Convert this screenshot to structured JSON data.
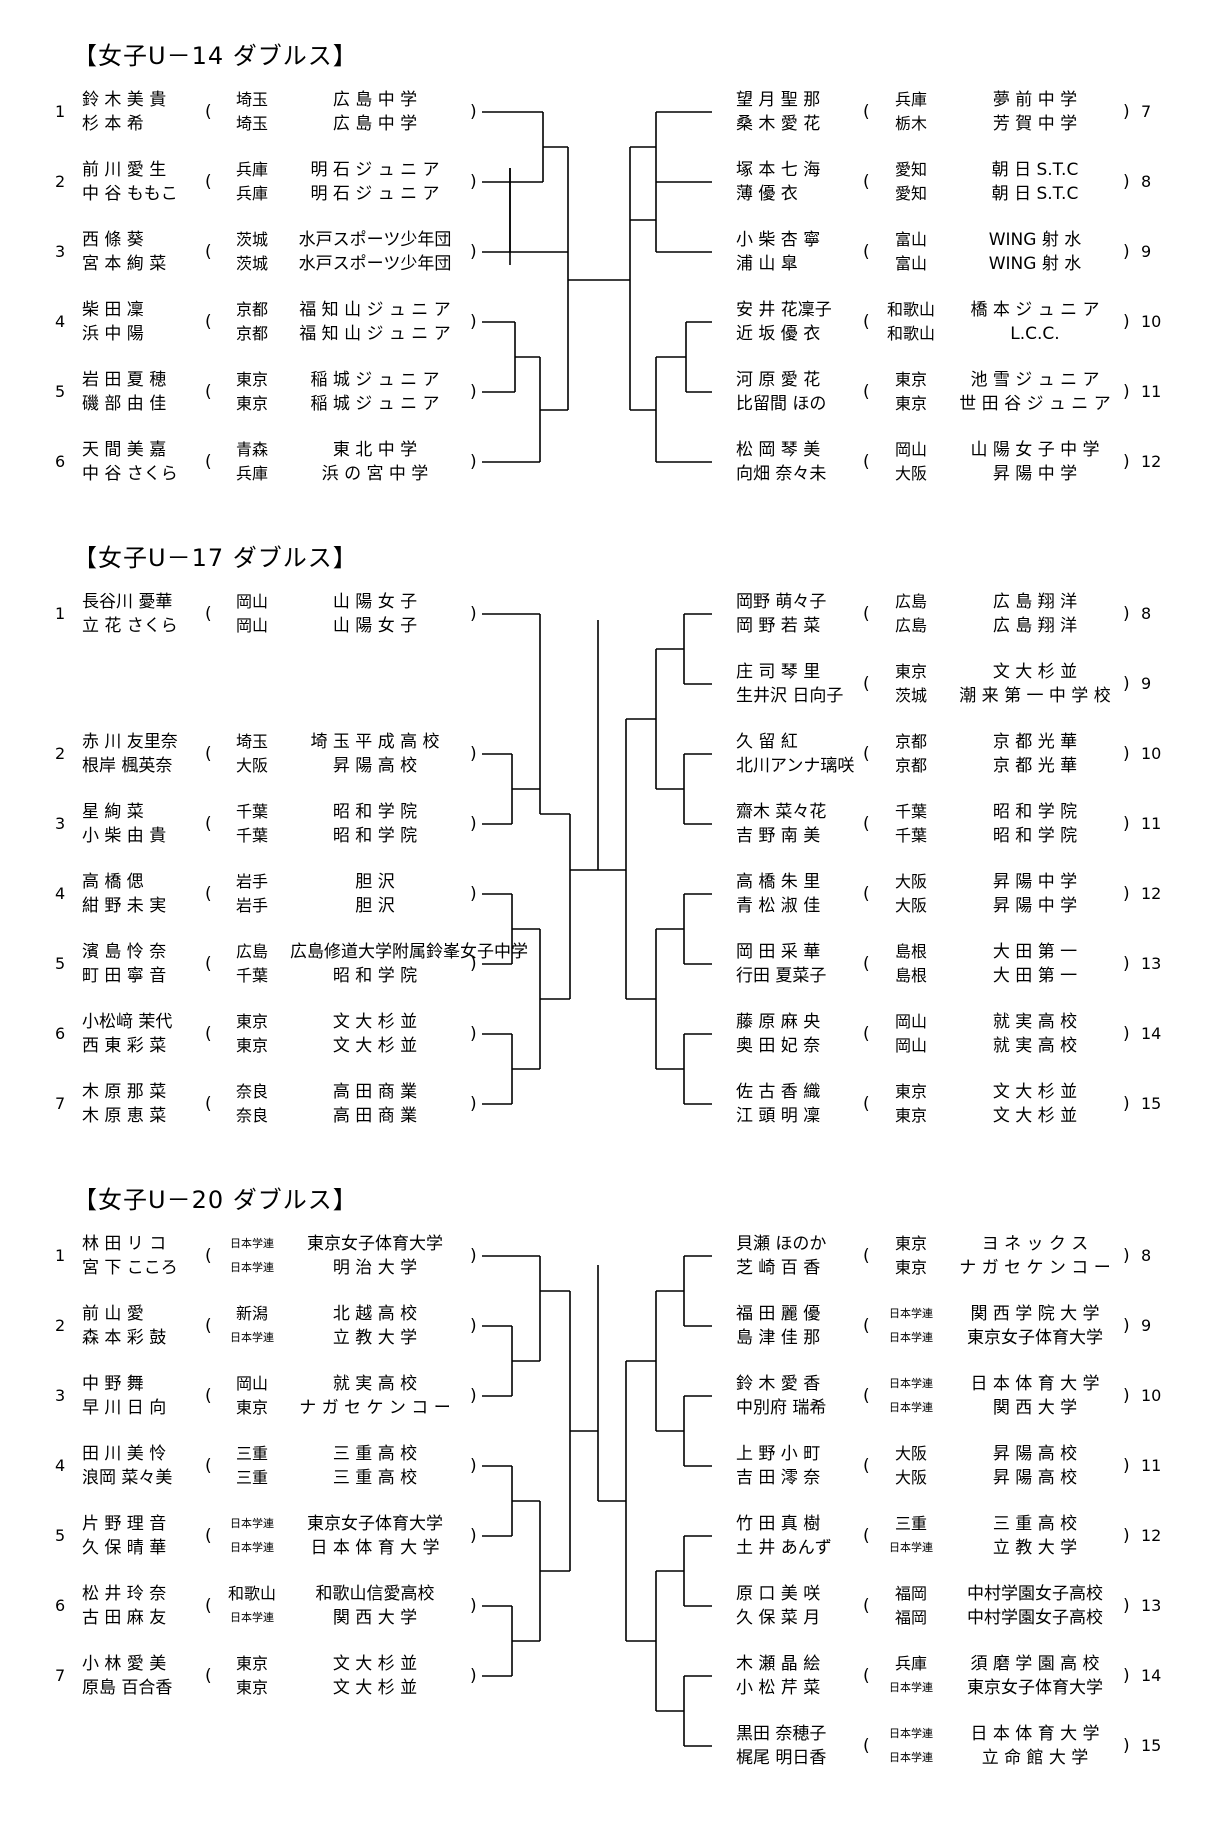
{
  "sections": [
    {
      "title": "【女子U－14 ダブルス】",
      "left": [
        {
          "num": "1",
          "p1": "鈴 木 美 貴",
          "p2": "杉 本 希",
          "pref1": "埼玉",
          "pref2": "埼玉",
          "org1": "広 島 中 学",
          "org2": "広 島 中 学"
        },
        {
          "num": "2",
          "p1": "前 川 愛 生",
          "p2": "中 谷 ももこ",
          "pref1": "兵庫",
          "pref2": "兵庫",
          "org1": "明 石 ジ ュ ニ ア",
          "org2": "明 石 ジ ュ ニ ア"
        },
        {
          "num": "3",
          "p1": "西 條 葵",
          "p2": "宮 本 絢 菜",
          "pref1": "茨城",
          "pref2": "茨城",
          "org1": "水戸スポーツ少年団",
          "org2": "水戸スポーツ少年団"
        },
        {
          "num": "4",
          "p1": "柴 田 凜",
          "p2": "浜 中 陽",
          "pref1": "京都",
          "pref2": "京都",
          "org1": "福 知 山 ジ ュ ニ ア",
          "org2": "福 知 山 ジ ュ ニ ア"
        },
        {
          "num": "5",
          "p1": "岩 田 夏 穂",
          "p2": "磯 部 由 佳",
          "pref1": "東京",
          "pref2": "東京",
          "org1": "稲 城 ジ ュ ニ ア",
          "org2": "稲 城 ジ ュ ニ ア"
        },
        {
          "num": "6",
          "p1": "天 間 美 嘉",
          "p2": "中 谷 さくら",
          "pref1": "青森",
          "pref2": "兵庫",
          "org1": "東 北 中 学",
          "org2": "浜 の 宮 中 学"
        }
      ],
      "right": [
        {
          "num": "7",
          "p1": "望 月 聖 那",
          "p2": "桑 木 愛 花",
          "pref1": "兵庫",
          "pref2": "栃木",
          "org1": "夢 前 中 学",
          "org2": "芳 賀 中 学"
        },
        {
          "num": "8",
          "p1": "塚 本 七 海",
          "p2": "薄 優 衣",
          "pref1": "愛知",
          "pref2": "愛知",
          "org1": "朝 日 S.T.C",
          "org2": "朝 日 S.T.C"
        },
        {
          "num": "9",
          "p1": "小 柴 杏 寧",
          "p2": "浦 山 皐",
          "pref1": "富山",
          "pref2": "富山",
          "org1": "WING 射 水",
          "org2": "WING 射 水"
        },
        {
          "num": "10",
          "p1": "安 井 花凜子",
          "p2": "近 坂 優 衣",
          "pref1": "和歌山",
          "pref2": "和歌山",
          "org1": "橋 本 ジ ュ ニ ア",
          "org2": "L.C.C."
        },
        {
          "num": "11",
          "p1": "河 原 愛 花",
          "p2": "比留間 ほの",
          "pref1": "東京",
          "pref2": "東京",
          "org1": "池 雪 ジ ュ ニ ア",
          "org2": "世 田 谷 ジ ュ ニ ア"
        },
        {
          "num": "12",
          "p1": "松 岡 琴 美",
          "p2": "向畑 奈々未",
          "pref1": "岡山",
          "pref2": "大阪",
          "org1": "山 陽 女 子 中 学",
          "org2": "昇 陽 中 学"
        }
      ]
    },
    {
      "title": "【女子U－17 ダブルス】",
      "left": [
        {
          "num": "1",
          "p1": "長谷川 憂華",
          "p2": "立 花 さくら",
          "pref1": "岡山",
          "pref2": "岡山",
          "org1": "山 陽 女 子",
          "org2": "山 陽 女 子"
        },
        {
          "num": "2",
          "p1": "赤 川 友里奈",
          "p2": "根岸 楓英奈",
          "pref1": "埼玉",
          "pref2": "大阪",
          "org1": "埼 玉 平 成 高 校",
          "org2": "昇 陽 高 校"
        },
        {
          "num": "3",
          "p1": "星 絢 菜",
          "p2": "小 柴 由 貴",
          "pref1": "千葉",
          "pref2": "千葉",
          "org1": "昭 和 学 院",
          "org2": "昭 和 学 院"
        },
        {
          "num": "4",
          "p1": "高 橋 偲",
          "p2": "紺 野 未 実",
          "pref1": "岩手",
          "pref2": "岩手",
          "org1": "胆 沢",
          "org2": "胆 沢"
        },
        {
          "num": "5",
          "p1": "濱 島 怜 奈",
          "p2": "町 田 寧 音",
          "pref1": "広島",
          "pref2": "千葉",
          "org1": "広島修道大学附属鈴峯女子中学",
          "org2": "昭 和 学 院"
        },
        {
          "num": "6",
          "p1": "小松﨑 茉代",
          "p2": "西 東 彩 菜",
          "pref1": "東京",
          "pref2": "東京",
          "org1": "文 大 杉 並",
          "org2": "文 大 杉 並"
        },
        {
          "num": "7",
          "p1": "木 原 那 菜",
          "p2": "木 原 恵 菜",
          "pref1": "奈良",
          "pref2": "奈良",
          "org1": "高 田 商 業",
          "org2": "高 田 商 業"
        }
      ],
      "right": [
        {
          "num": "8",
          "p1": "岡野 萌々子",
          "p2": "岡 野 若 菜",
          "pref1": "広島",
          "pref2": "広島",
          "org1": "広 島 翔 洋",
          "org2": "広 島 翔 洋"
        },
        {
          "num": "9",
          "p1": "庄 司 琴 里",
          "p2": "生井沢 日向子",
          "pref1": "東京",
          "pref2": "茨城",
          "org1": "文 大 杉 並",
          "org2": "潮 来 第 一 中 学 校"
        },
        {
          "num": "10",
          "p1": "久 留 紅",
          "p2": "北川アンナ璃咲",
          "pref1": "京都",
          "pref2": "京都",
          "org1": "京 都 光 華",
          "org2": "京 都 光 華"
        },
        {
          "num": "11",
          "p1": "齋木 菜々花",
          "p2": "吉 野 南 美",
          "pref1": "千葉",
          "pref2": "千葉",
          "org1": "昭 和 学 院",
          "org2": "昭 和 学 院"
        },
        {
          "num": "12",
          "p1": "高 橋 朱 里",
          "p2": "青 松 淑 佳",
          "pref1": "大阪",
          "pref2": "大阪",
          "org1": "昇 陽 中 学",
          "org2": "昇 陽 中 学"
        },
        {
          "num": "13",
          "p1": "岡 田 采 華",
          "p2": "行田 夏菜子",
          "pref1": "島根",
          "pref2": "島根",
          "org1": "大 田 第 一",
          "org2": "大 田 第 一"
        },
        {
          "num": "14",
          "p1": "藤 原 麻 央",
          "p2": "奥 田 妃 奈",
          "pref1": "岡山",
          "pref2": "岡山",
          "org1": "就 実 高 校",
          "org2": "就 実 高 校"
        },
        {
          "num": "15",
          "p1": "佐 古 香 織",
          "p2": "江 頭 明 凜",
          "pref1": "東京",
          "pref2": "東京",
          "org1": "文 大 杉 並",
          "org2": "文 大 杉 並"
        }
      ]
    },
    {
      "title": "【女子U－20 ダブルス】",
      "left": [
        {
          "num": "1",
          "p1": "林 田 リ コ",
          "p2": "宮 下 こころ",
          "pref1": "日本学連",
          "pref2": "日本学連",
          "org1": "東京女子体育大学",
          "org2": "明 治 大 学"
        },
        {
          "num": "2",
          "p1": "前 山 愛",
          "p2": "森 本 彩 鼓",
          "pref1": "新潟",
          "pref2": "日本学連",
          "org1": "北 越 高 校",
          "org2": "立 教 大 学"
        },
        {
          "num": "3",
          "p1": "中 野 舞",
          "p2": "早 川 日 向",
          "pref1": "岡山",
          "pref2": "東京",
          "org1": "就 実 高 校",
          "org2": "ナ ガ セ ケ ン コ ー"
        },
        {
          "num": "4",
          "p1": "田 川 美 怜",
          "p2": "浪岡 菜々美",
          "pref1": "三重",
          "pref2": "三重",
          "org1": "三 重 高 校",
          "org2": "三 重 高 校"
        },
        {
          "num": "5",
          "p1": "片 野 理 音",
          "p2": "久 保 晴 華",
          "pref1": "日本学連",
          "pref2": "日本学連",
          "org1": "東京女子体育大学",
          "org2": "日 本 体 育 大 学"
        },
        {
          "num": "6",
          "p1": "松 井 玲 奈",
          "p2": "古 田 麻 友",
          "pref1": "和歌山",
          "pref2": "日本学連",
          "org1": "和歌山信愛高校",
          "org2": "関 西 大 学"
        },
        {
          "num": "7",
          "p1": "小 林 愛 美",
          "p2": "原島 百合香",
          "pref1": "東京",
          "pref2": "東京",
          "org1": "文 大 杉 並",
          "org2": "文 大 杉 並"
        }
      ],
      "right": [
        {
          "num": "8",
          "p1": "貝瀬 ほのか",
          "p2": "芝 崎 百 香",
          "pref1": "東京",
          "pref2": "東京",
          "org1": "ヨ ネ ッ ク ス",
          "org2": "ナ ガ セ ケ ン コ ー"
        },
        {
          "num": "9",
          "p1": "福 田 麗 優",
          "p2": "島 津 佳 那",
          "pref1": "日本学連",
          "pref2": "日本学連",
          "org1": "関 西 学 院 大 学",
          "org2": "東京女子体育大学"
        },
        {
          "num": "10",
          "p1": "鈴 木 愛 香",
          "p2": "中別府 瑞希",
          "pref1": "日本学連",
          "pref2": "日本学連",
          "org1": "日 本 体 育 大 学",
          "org2": "関 西 大 学"
        },
        {
          "num": "11",
          "p1": "上 野 小 町",
          "p2": "吉 田 澪 奈",
          "pref1": "大阪",
          "pref2": "大阪",
          "org1": "昇 陽 高 校",
          "org2": "昇 陽 高 校"
        },
        {
          "num": "12",
          "p1": "竹 田 真 樹",
          "p2": "土 井 あんず",
          "pref1": "三重",
          "pref2": "日本学連",
          "org1": "三 重 高 校",
          "org2": "立 教 大 学"
        },
        {
          "num": "13",
          "p1": "原 口 美 咲",
          "p2": "久 保 菜 月",
          "pref1": "福岡",
          "pref2": "福岡",
          "org1": "中村学園女子高校",
          "org2": "中村学園女子高校"
        },
        {
          "num": "14",
          "p1": "木 瀬 晶 絵",
          "p2": "小 松 芹 菜",
          "pref1": "兵庫",
          "pref2": "日本学連",
          "org1": "須 磨 学 園 高 校",
          "org2": "東京女子体育大学"
        },
        {
          "num": "15",
          "p1": "黒田 奈穂子",
          "p2": "梶尾 明日香",
          "pref1": "日本学連",
          "pref2": "日本学連",
          "org1": "日 本 体 育 大 学",
          "org2": "立 命 館 大 学"
        }
      ]
    }
  ]
}
